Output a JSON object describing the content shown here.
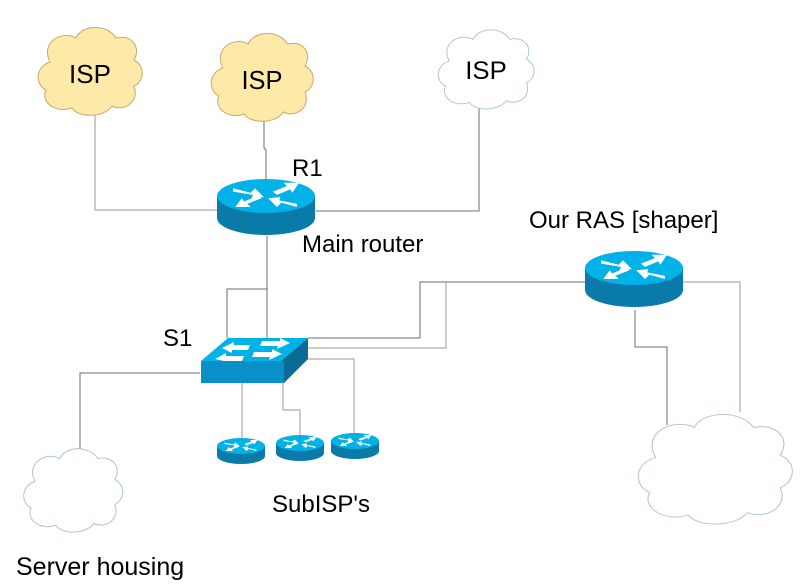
{
  "diagram": {
    "type": "network-topology",
    "nodes": {
      "isp1": {
        "label": "ISP",
        "kind": "cloud",
        "fill": "#fde9a8"
      },
      "isp2": {
        "label": "ISP",
        "kind": "cloud",
        "fill": "#fde9a8"
      },
      "isp3": {
        "label": "ISP",
        "kind": "cloud",
        "fill": "#ffffff"
      },
      "r1": {
        "label": "R1",
        "sublabel": "Main router",
        "kind": "router"
      },
      "s1": {
        "label": "S1",
        "kind": "switch"
      },
      "ras": {
        "label": "Our RAS [shaper]",
        "kind": "router"
      },
      "subisp": {
        "label": "SubISP's",
        "kind": "router-group",
        "count": 3
      },
      "server_housing": {
        "label": "Server housing",
        "kind": "cloud",
        "fill": "#ffffff"
      },
      "ras_cloud": {
        "label": "",
        "kind": "cloud",
        "fill": "#ffffff"
      }
    },
    "edges": [
      [
        "isp1",
        "r1"
      ],
      [
        "isp2",
        "r1"
      ],
      [
        "isp3",
        "r1"
      ],
      [
        "r1",
        "s1"
      ],
      [
        "s1",
        "ras"
      ],
      [
        "s1",
        "ras"
      ],
      [
        "s1",
        "server_housing"
      ],
      [
        "s1",
        "subisp1"
      ],
      [
        "s1",
        "subisp2"
      ],
      [
        "s1",
        "subisp3"
      ],
      [
        "ras",
        "ras_cloud"
      ],
      [
        "ras",
        "ras_cloud"
      ]
    ],
    "colors": {
      "device_top": "#00b2e8",
      "device_side": "#0a7aa8",
      "isp_cloud_fill": "#fde9a8",
      "isp_cloud_stroke": "#c9a86a",
      "plain_cloud_stroke": "#a9c4cc"
    }
  }
}
